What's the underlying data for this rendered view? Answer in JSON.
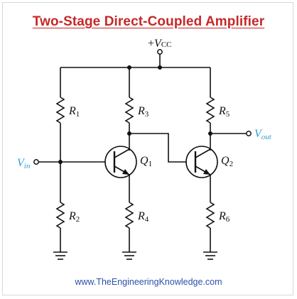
{
  "title": "Two-Stage Direct-Coupled Amplifier",
  "website": "www.TheEngineeringKnowledge.com",
  "supply": {
    "sign": "+",
    "symbol": "V",
    "subscript": "CC"
  },
  "input": {
    "symbol": "V",
    "subscript": "in"
  },
  "output": {
    "symbol": "V",
    "subscript": "out"
  },
  "resistors": [
    {
      "letter": "R",
      "index": "1"
    },
    {
      "letter": "R",
      "index": "2"
    },
    {
      "letter": "R",
      "index": "3"
    },
    {
      "letter": "R",
      "index": "4"
    },
    {
      "letter": "R",
      "index": "5"
    },
    {
      "letter": "R",
      "index": "6"
    }
  ],
  "transistors": [
    {
      "letter": "Q",
      "index": "1"
    },
    {
      "letter": "Q",
      "index": "2"
    }
  ],
  "colors": {
    "title": "#c62828",
    "io_labels": "#2e9fd1",
    "website": "#2b4fa8",
    "wires": "#111111"
  }
}
